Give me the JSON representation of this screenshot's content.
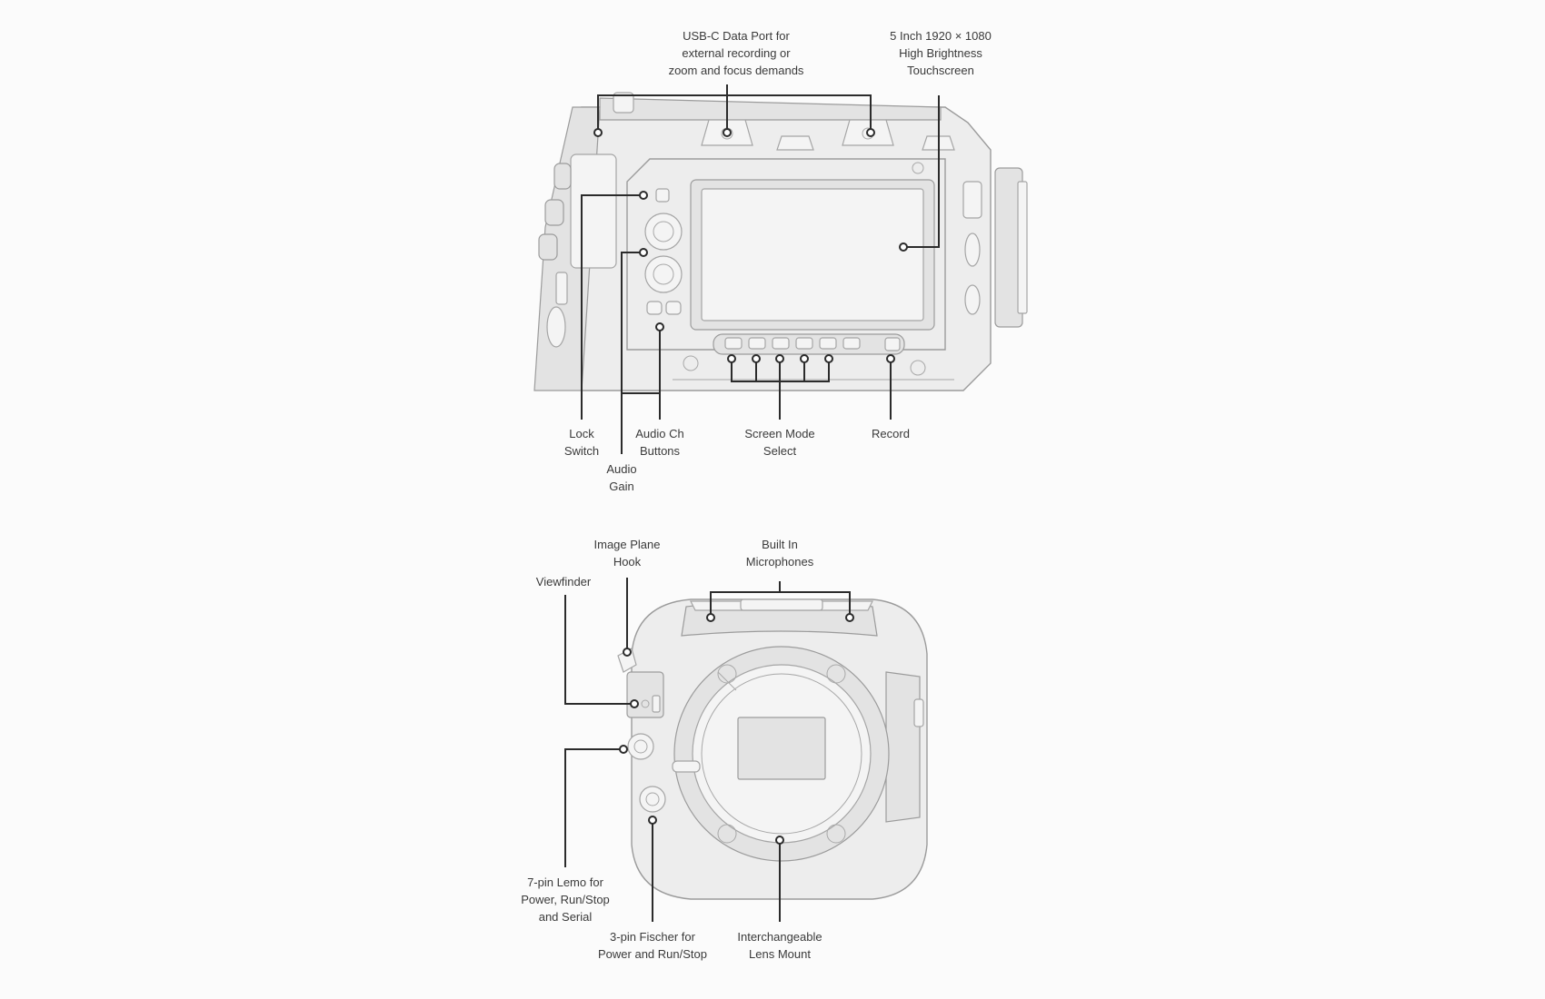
{
  "callouts": {
    "usb_port": {
      "lines": [
        "USB-C Data Port for",
        "external recording or",
        "zoom and focus demands"
      ]
    },
    "touchscreen": {
      "lines": [
        "5 Inch 1920 × 1080",
        "High Brightness",
        "Touchscreen"
      ]
    },
    "lock_switch": {
      "lines": [
        "Lock",
        "Switch"
      ]
    },
    "audio_gain": {
      "lines": [
        "Audio",
        "Gain"
      ]
    },
    "audio_ch_buttons": {
      "lines": [
        "Audio Ch",
        "Buttons"
      ]
    },
    "screen_mode_select": {
      "lines": [
        "Screen Mode",
        "Select"
      ]
    },
    "record": {
      "lines": [
        "Record"
      ]
    },
    "image_plane_hook": {
      "lines": [
        "Image Plane",
        "Hook"
      ]
    },
    "built_in_mics": {
      "lines": [
        "Built In",
        "Microphones"
      ]
    },
    "viewfinder": {
      "lines": [
        "Viewfinder"
      ]
    },
    "lemo_connector": {
      "lines": [
        "7-pin Lemo for",
        "Power, Run/Stop",
        "and Serial"
      ]
    },
    "fischer_connector": {
      "lines": [
        "3-pin Fischer for",
        "Power and Run/Stop"
      ]
    },
    "lens_mount": {
      "lines": [
        "Interchangeable",
        "Lens Mount"
      ]
    }
  },
  "colors": {
    "line": "#2b2b2b",
    "body": "#ececec",
    "edge": "#9a9a9a"
  }
}
